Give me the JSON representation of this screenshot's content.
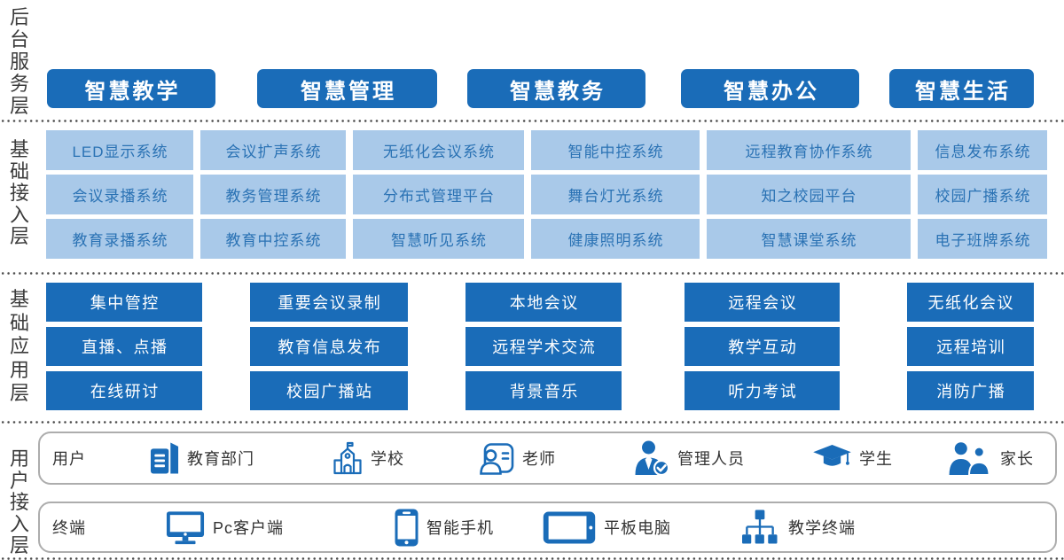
{
  "colors": {
    "primary_blue": "#1a6cb8",
    "light_blue": "#a9c9e9",
    "light_box_text": "#2a72b4",
    "layer_label_text": "#3b3b3b",
    "item_text": "#333333",
    "container_border": "#adadad",
    "separator_dot": "#4b4b4b"
  },
  "layers": {
    "backend": {
      "label": "后台服务层",
      "buttons": [
        "智慧教学",
        "智慧管理",
        "智慧教务",
        "智慧办公",
        "智慧生活"
      ]
    },
    "access": {
      "label": "基础接入层",
      "grid": [
        [
          "LED显示系统",
          "会议扩声系统",
          "无纸化会议系统",
          "智能中控系统",
          "远程教育协作系统",
          "信息发布系统"
        ],
        [
          "会议录播系统",
          "教务管理系统",
          "分布式管理平台",
          "舞台灯光系统",
          "知之校园平台",
          "校园广播系统"
        ],
        [
          "教育录播系统",
          "教育中控系统",
          "智慧听见系统",
          "健康照明系统",
          "智慧课堂系统",
          "电子班牌系统"
        ]
      ]
    },
    "application": {
      "label": "基础应用层",
      "grid": [
        [
          "集中管控",
          "重要会议录制",
          "本地会议",
          "远程会议",
          "无纸化会议"
        ],
        [
          "直播、点播",
          "教育信息发布",
          "远程学术交流",
          "教学互动",
          "远程培训"
        ],
        [
          "在线研讨",
          "校园广播站",
          "背景音乐",
          "听力考试",
          "消防广播"
        ]
      ]
    },
    "user_access": {
      "label": "用户接入层",
      "users": {
        "label": "用户",
        "items": [
          {
            "icon": "education-department-icon",
            "label": "教育部门"
          },
          {
            "icon": "school-icon",
            "label": "学校"
          },
          {
            "icon": "teacher-icon",
            "label": "老师"
          },
          {
            "icon": "admin-icon",
            "label": "管理人员"
          },
          {
            "icon": "student-icon",
            "label": "学生"
          },
          {
            "icon": "parents-icon",
            "label": "家长"
          }
        ]
      },
      "terminals": {
        "label": "终端",
        "items": [
          {
            "icon": "pc-icon",
            "label": "Pc客户端"
          },
          {
            "icon": "smartphone-icon",
            "label": "智能手机"
          },
          {
            "icon": "tablet-icon",
            "label": "平板电脑"
          },
          {
            "icon": "teaching-terminal-icon",
            "label": "教学终端"
          }
        ]
      }
    }
  }
}
